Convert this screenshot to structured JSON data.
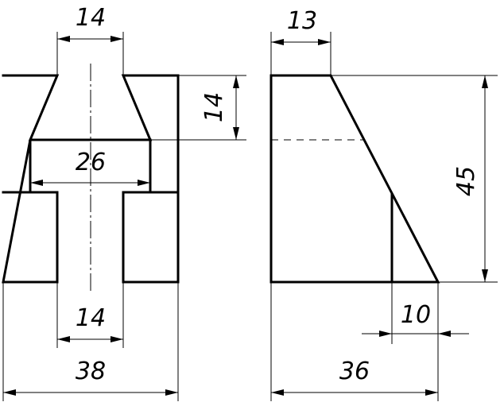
{
  "front_view": {
    "top_slot_width": "14",
    "slot_depth": "14",
    "slot_bottom_width": "26",
    "bottom_slot_width": "14",
    "overall_width": "38"
  },
  "side_view": {
    "top_width": "13",
    "height": "45",
    "step_width": "10",
    "overall_width": "36"
  }
}
